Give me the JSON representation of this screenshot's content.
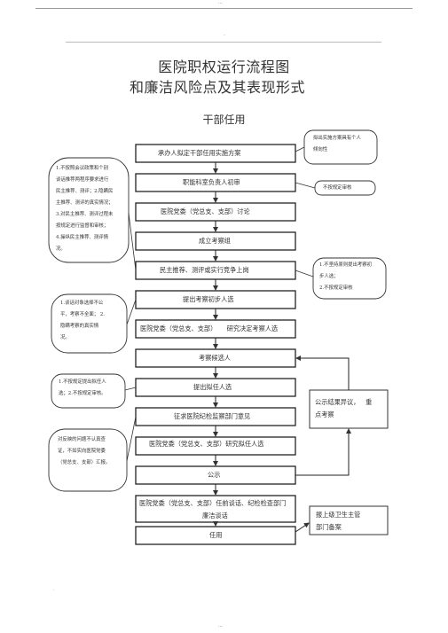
{
  "header": {
    "top_mark": "...",
    "dot": "-",
    "title_line1": "医院职权运行流程图",
    "title_line2": "和廉洁风险点及其表现形式",
    "subtitle": "干部任用"
  },
  "steps": [
    "承办人拟定干部任用实施方案",
    "职能科室负责人初审",
    "医院党委（党总支、支部）讨论",
    "成立考察组",
    "民主推荐、测评或实行竞争上岗",
    "提出考察初步人选",
    "医院党委（党总支、支部）     研究决定考察人选",
    "考察候选人",
    "提出拟任人选",
    "征求医院纪检监察部门意见",
    "医院党委（党总支、支部）研究拟任人选",
    "公示",
    "医院党委（党总支、支部）任前谈话、纪检检查部门",
    "廉洁谈话",
    "任用"
  ],
  "risk_notes": {
    "right_1": "拟出实施方案具有个人\n倾向性",
    "right_2": "不按规定审核",
    "right_3": "1.不坚持原则提出考察初\n步人选；\n2.不按规定审核",
    "left_1": "1.不按照会议政策和个别\n谈话推荐两程序要求进行\n民主推荐、测评；2.隐瞒民\n主推荐、测评的真实情况；\n3.对民主推荐、测评过程未\n按规定进行监督和审核；\n4.操纵民主推荐、测评情\n况。",
    "left_2": "1.谈话对象选择不公\n平，考察不全面；  2.\n隐瞒考察的真实情\n况。",
    "left_3": "1.不按规定提出拟任人\n选；2.不按规定审核。",
    "left_4": "对反映的问题不认真查\n证，不如实向医院党委\n（党总支、支部）汇报。"
  },
  "side_boxes": {
    "publicity": "公示结果异议，   重\n点考察",
    "report": "报上级卫生主管\n部门备案"
  },
  "footer": {
    "dot": ".",
    "bottom_mark": "..."
  }
}
